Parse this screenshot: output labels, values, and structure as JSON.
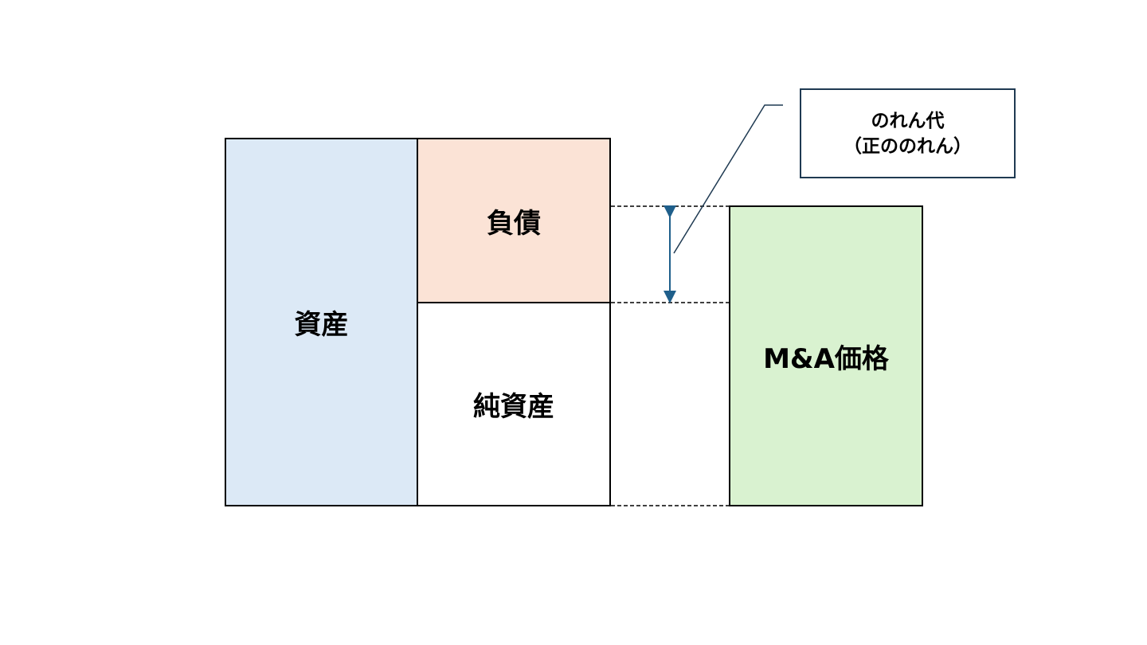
{
  "diagram": {
    "assets_label": "資産",
    "liabilities_label": "負債",
    "net_assets_label": "純資産",
    "ma_price_label": "M&A価格",
    "goodwill_callout": {
      "line1": "のれん代",
      "line2": "（正ののれん）"
    }
  },
  "colors": {
    "assets_fill": "#dce9f6",
    "liabilities_fill": "#fbe3d6",
    "net_assets_fill": "#ffffff",
    "ma_price_fill": "#d9f2d0",
    "arrow": "#1f5f8b",
    "callout_border": "#1f3a52"
  }
}
